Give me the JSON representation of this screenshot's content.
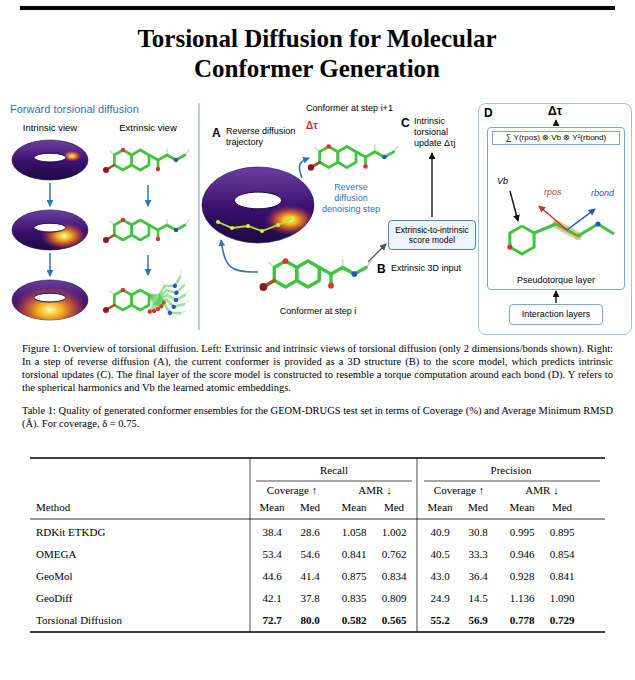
{
  "diagram": {
    "title": "Torsional Diffusion for Molecular Conformer Generation",
    "caption": "Figure 1: Overview of torsional diffusion. Left: Extrinsic and intrinsic views of torsional diffusion (only 2 dimensions/bonds shown). Right: In a step of reverse diffusion (A), the current conformer is provided as a 3D structure (B) to the score model, which predicts intrinsic torsional updates (C). The final layer of the score model is constructed to resemble a torque computation around each bond (D). Y refers to the spherical harmonics and Vb the learned atomic embeddings.",
    "nodes": [
      {
        "text": [
          "Extrinsic-to-intrinsic score model"
        ]
      },
      {
        "text": [
          "D",
          "Δτ"
        ]
      },
      {
        "text": [
          "∑ Y(rpos) ⊗ Vb ⊗ Y²(rbond)",
          "Pseudotorque layer"
        ],
        "in": 1
      },
      {
        "text": [
          "Interaction layers"
        ],
        "in": 1
      }
    ],
    "edges": [
      {
        "from": 3,
        "to": 2,
        "arrow": "to"
      }
    ],
    "labels": [
      "Forward torsional diffusion",
      "Intrinsic view",
      "Extrinsic view",
      "A",
      "Reverse diffusion trajectory",
      "Conformer at step i+1",
      "C",
      "Intrinsic torsional update Δτj",
      "Δτ",
      "Reverse diffusion denoising step",
      "Conformer at step i",
      "B",
      "Extrinsic 3D input",
      "Vb",
      "rpos",
      "rbond",
      "Table 1: Quality of generated conformer ensembles for the GEOM-DRUGS test set in terms of Coverage (%) and Average Minimum RMSD (Å). For coverage, δ = 0.75.",
      "Recall",
      "Precision",
      "Coverage ↑",
      "AMR ↓",
      "Coverage ↑",
      "AMR ↓",
      "Method",
      "Mean",
      "Med",
      "Mean",
      "Med",
      "Mean",
      "Med",
      "Mean",
      "Med",
      "RDKit ETKDG",
      "38.4",
      "28.6",
      "1.058",
      "1.002",
      "40.9",
      "30.8",
      "0.995",
      "0.895",
      "OMEGA",
      "53.4",
      "54.6",
      "0.841",
      "0.762",
      "40.5",
      "33.3",
      "0.946",
      "0.854",
      "GeoMol",
      "44.6",
      "41.4",
      "0.875",
      "0.834",
      "43.0",
      "36.4",
      "0.928",
      "0.841",
      "GeoDiff",
      "42.1",
      "37.8",
      "0.835",
      "0.809",
      "24.9",
      "14.5",
      "1.136",
      "1.090",
      "Torsional Diffusion",
      "72.7",
      "80.0",
      "0.582",
      "0.565",
      "55.2",
      "56.9",
      "0.778",
      "0.729"
    ]
  }
}
